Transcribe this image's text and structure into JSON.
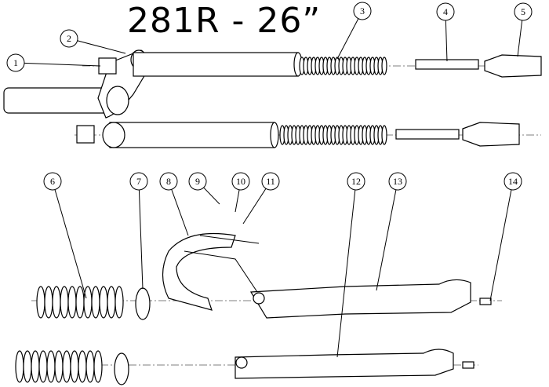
{
  "title": "281R - 26”",
  "callouts": [
    "1",
    "2",
    "3",
    "4",
    "5",
    "6",
    "7",
    "8",
    "9",
    "10",
    "11",
    "12",
    "13",
    "14"
  ]
}
